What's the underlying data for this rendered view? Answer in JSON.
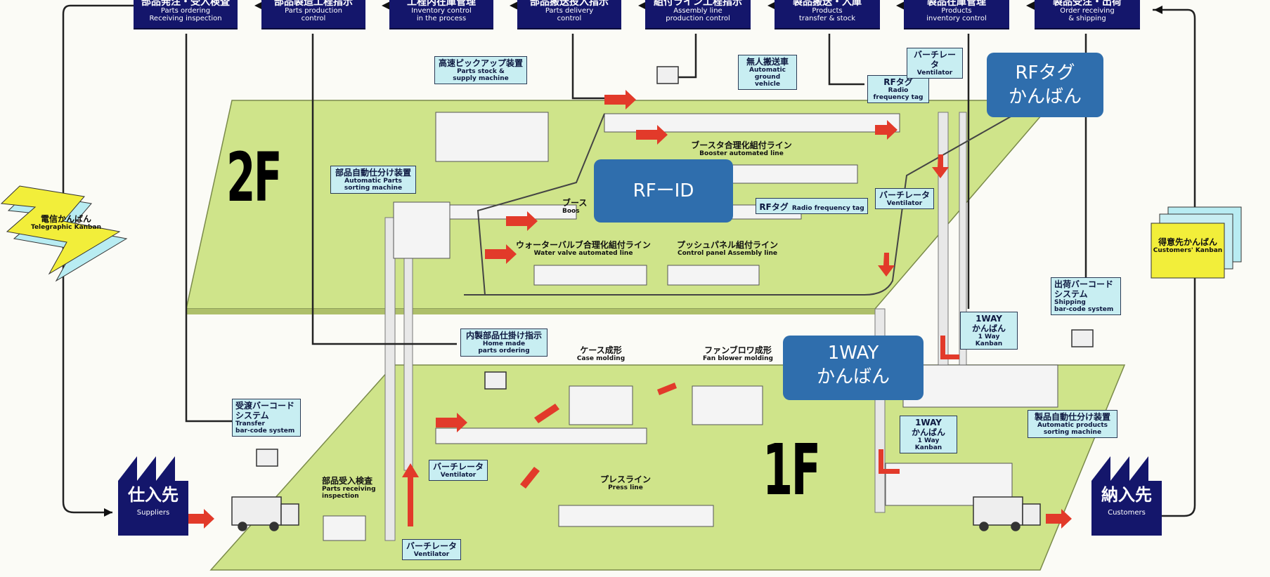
{
  "header_boxes": [
    {
      "ja": "部品発注・受入検査",
      "en1": "Parts ordering",
      "en2": "Receiving inspection"
    },
    {
      "ja": "部品製造工程指示",
      "en1": "Parts production",
      "en2": "control"
    },
    {
      "ja": "工程内在庫管理",
      "en1": "Inventory control",
      "en2": "in the process"
    },
    {
      "ja": "部品搬送投入指示",
      "en1": "Parts delivery",
      "en2": "control"
    },
    {
      "ja": "組付ライン工程指示",
      "en1": "Assembly line",
      "en2": "production control"
    },
    {
      "ja": "製品搬送・入庫",
      "en1": "Products",
      "en2": "transfer & stock"
    },
    {
      "ja": "製品在庫管理",
      "en1": "Products",
      "en2": "inventory control"
    },
    {
      "ja": "製品受注・出荷",
      "en1": "Order receiving",
      "en2": "& shipping"
    }
  ],
  "labels": {
    "pickup": {
      "ja": "高速ピックアップ装置",
      "en1": "Parts stock &",
      "en2": "supply machine"
    },
    "agv": {
      "ja": "無人搬送車",
      "en1": "Automatic",
      "en2": "ground vehicle"
    },
    "rftag_top": {
      "ja": "RFタグ",
      "en1": "Radio",
      "en2": "frequency tag"
    },
    "ventilator_top": {
      "ja": "バーチレータ",
      "en1": "Ventilator"
    },
    "sorting": {
      "ja": "部品自動仕分け装置",
      "en1": "Automatic Parts",
      "en2": "sorting machine"
    },
    "ventilator_mid": {
      "ja": "バーチレータ",
      "en1": "Ventilator"
    },
    "rftag_mid": {
      "ja": "RFタグ",
      "en1": "Radio frequency tag"
    },
    "home_made": {
      "ja": "内製部品仕掛け指示",
      "en1": "Home made",
      "en2": "parts ordering"
    },
    "transfer_bc": {
      "ja": "受渡バーコード",
      "ja2": "システム",
      "en1": "Transfer",
      "en2": "bar-code system"
    },
    "ventilator_1f_a": {
      "ja": "バーチレータ",
      "en1": "Ventilator"
    },
    "ventilator_1f_b": {
      "ja": "バーチレータ",
      "en1": "Ventilator"
    },
    "shipping_bc": {
      "ja": "出荷バーコード",
      "ja2": "システム",
      "en1": "Shipping",
      "en2": "bar-code system"
    },
    "oneway_1": {
      "ja": "1WAY",
      "ja2": "かんばん",
      "en1": "1 Way Kanban"
    },
    "oneway_2": {
      "ja": "1WAY",
      "ja2": "かんばん",
      "en1": "1 Way Kanban"
    },
    "product_sorting": {
      "ja": "製品自動仕分け装置",
      "en1": "Automatic products",
      "en2": "sorting machine"
    }
  },
  "plain_labels": {
    "booster": {
      "ja": "ブースタ合理化組付ライン",
      "en": "Booster automated line"
    },
    "water_valve": {
      "ja": "ウォーターバルブ合理化組付ライン",
      "en": "Water valve automated line"
    },
    "control_panel": {
      "ja": "プッシュパネル組付ライン",
      "en": "Control panel Assembly line"
    },
    "booster2": {
      "ja": "ブース",
      "en": "Boos"
    },
    "case_molding": {
      "ja": "ケース成形",
      "en": "Case molding"
    },
    "fan_blower": {
      "ja": "ファンブロワ成形",
      "en": "Fan blower molding"
    },
    "press": {
      "ja": "プレスライン",
      "en": "Press line"
    },
    "parts_receiving": {
      "ja": "部品受入検査",
      "en1": "Parts receiving",
      "en2": "inspection"
    }
  },
  "floors": {
    "upper": "2F",
    "lower": "1F"
  },
  "suppliers": {
    "ja": "仕入先",
    "en": "Suppliers"
  },
  "customers": {
    "ja": "納入先",
    "en": "Customers"
  },
  "telegraphic_kanban": {
    "ja": "電信かんばん",
    "en": "Telegraphic Kanban"
  },
  "customers_kanban": {
    "ja": "得意先かんばん",
    "en": "Customers' Kanban"
  },
  "callouts": {
    "rf_tag": {
      "line1": "RFタグ",
      "line2": "かんばん"
    },
    "rf_id": "RFーID",
    "one_way": {
      "line1": "1WAY",
      "line2": "かんばん"
    }
  },
  "colors": {
    "floor": "#cfe48a",
    "navy": "#14166b",
    "label_bg": "#c8eef2",
    "callout": "#2f6ead",
    "arrow_red": "#e23a2a",
    "kanban_yellow": "#f2ee3a"
  }
}
